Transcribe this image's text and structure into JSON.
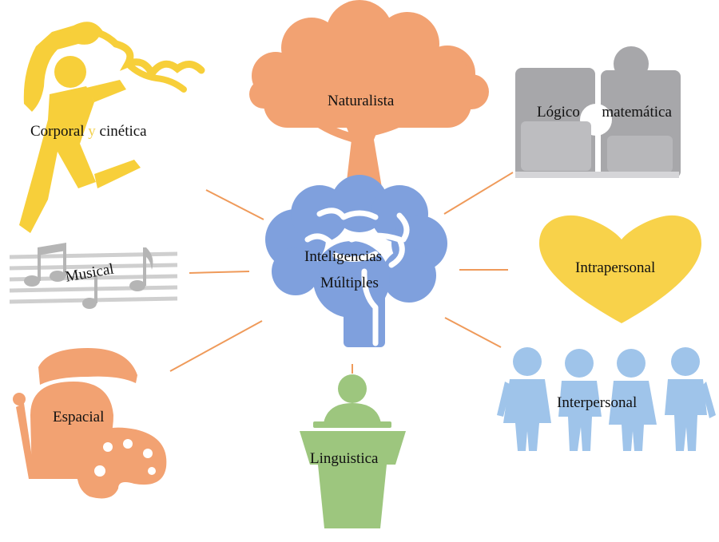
{
  "center": {
    "line1": "Inteligencias",
    "line2": "Múltiples"
  },
  "nodes": {
    "corporal": {
      "part1": "Corporal",
      "part2": "y",
      "part3": "cinética"
    },
    "naturalista": {
      "label": "Naturalista"
    },
    "logico": {
      "part1": "Lógico",
      "part2": "matemática"
    },
    "musical": {
      "label": "Musical"
    },
    "intrapersonal": {
      "label": "Intrapersonal"
    },
    "espacial": {
      "label": "Espacial"
    },
    "linguistica": {
      "label": "Linguistica"
    },
    "interpersonal": {
      "label": "Interpersonal"
    }
  },
  "colors": {
    "connector": "#ef9a5a",
    "brain": "#7fa0dd",
    "tree": "#f2a272",
    "dancer": "#f7cf3a",
    "puzzle": "#a7a7aa",
    "music": "#c9c9c9",
    "heart": "#f8d24a",
    "painter": "#f2a272",
    "speaker": "#9dc67e",
    "people": "#9fc4ea"
  },
  "icons": {
    "center": "brain-icon",
    "corporal": "dancer-icon",
    "naturalista": "tree-icon",
    "logico": "puzzle-icon",
    "musical": "music-notes-icon",
    "intrapersonal": "heart-icon",
    "espacial": "painter-palette-icon",
    "linguistica": "speaker-podium-icon",
    "interpersonal": "people-group-icon"
  }
}
